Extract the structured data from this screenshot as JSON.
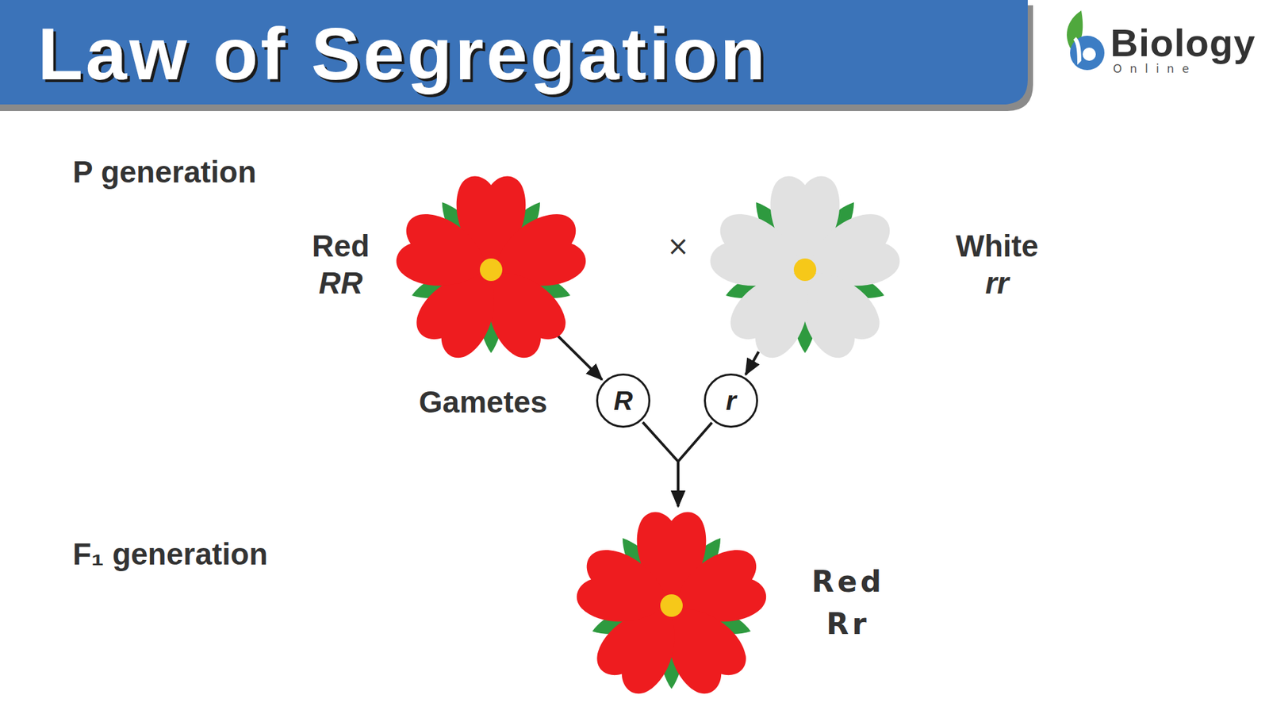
{
  "diagram": {
    "title": "Law of Segregation",
    "nodes": [
      {
        "text": [
          "Red",
          "RR"
        ]
      },
      {
        "text": [
          "White",
          "rr"
        ]
      },
      {
        "text": [
          "R"
        ]
      },
      {
        "text": [
          "r"
        ]
      },
      {
        "text": [
          "Red",
          "Rr"
        ]
      }
    ],
    "edges": [
      {
        "from": 0,
        "to": 2,
        "arrow": "to"
      },
      {
        "from": 1,
        "to": 3,
        "arrow": "to"
      },
      {
        "from": 2,
        "to": 4,
        "arrow": "to"
      },
      {
        "from": 3,
        "to": 4,
        "arrow": "to"
      }
    ],
    "labels": [
      "P generation",
      "×",
      "Gametes",
      "F₁ generation",
      "Biology",
      "Online"
    ]
  }
}
